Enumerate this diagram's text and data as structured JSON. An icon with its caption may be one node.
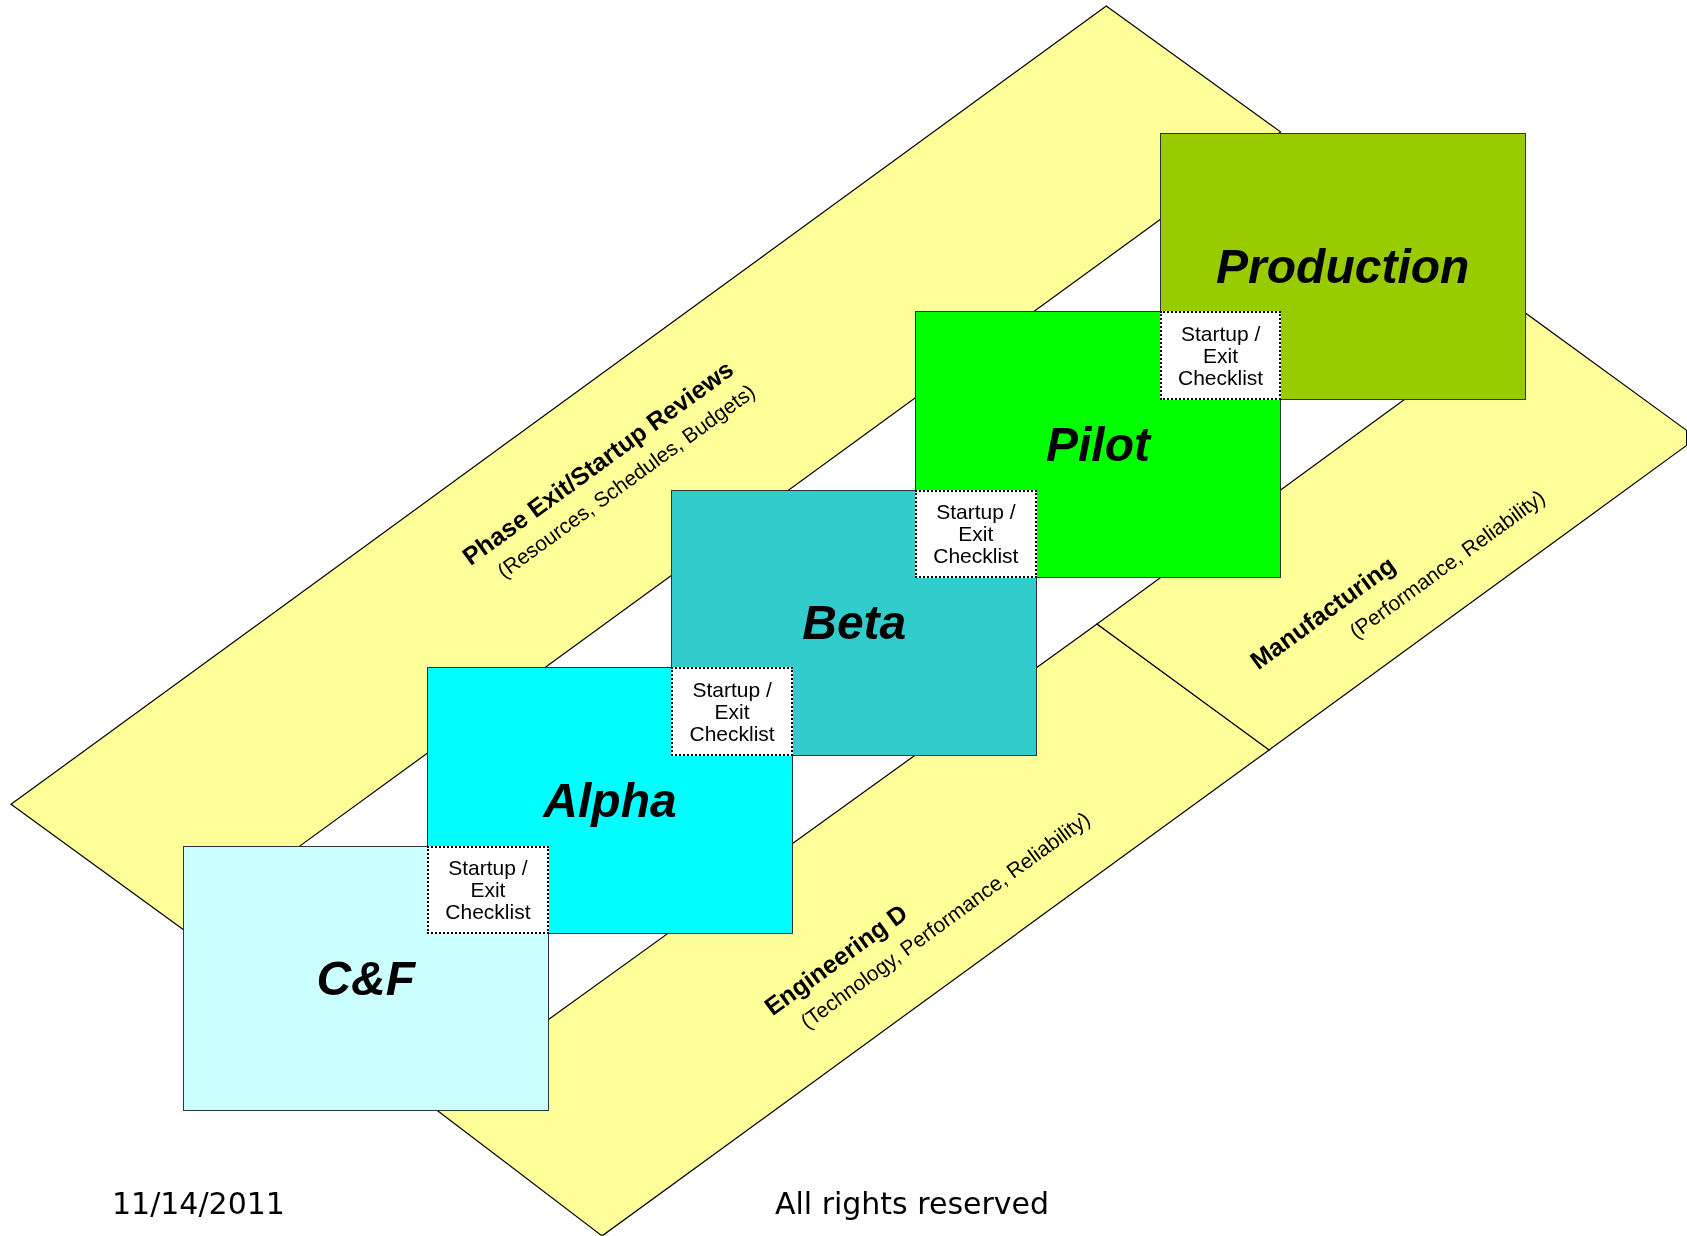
{
  "diagram": {
    "nodes": [
      {
        "text": [
          "Phase Exit/Startup Reviews",
          "(Resources, Schedules, Budgets)"
        ]
      },
      {
        "text": [
          "Production"
        ]
      },
      {
        "text": [
          "Startup / Exit Checklist"
        ]
      },
      {
        "text": [
          "Pilot"
        ]
      },
      {
        "text": [
          "Startup / Exit Checklist"
        ]
      },
      {
        "text": [
          "Beta"
        ]
      },
      {
        "text": [
          "Startup / Exit Checklist"
        ]
      },
      {
        "text": [
          "Alpha"
        ]
      },
      {
        "text": [
          "Startup / Exit Checklist"
        ]
      },
      {
        "text": [
          "C&F"
        ]
      },
      {
        "text": [
          "Engineering D",
          "(Technology, Performance, Reliability)"
        ]
      },
      {
        "text": [
          "Manufacturing",
          "(Performance, Reliability)"
        ]
      }
    ],
    "labels": [
      "11/14/2011",
      "All rights reserved"
    ]
  }
}
